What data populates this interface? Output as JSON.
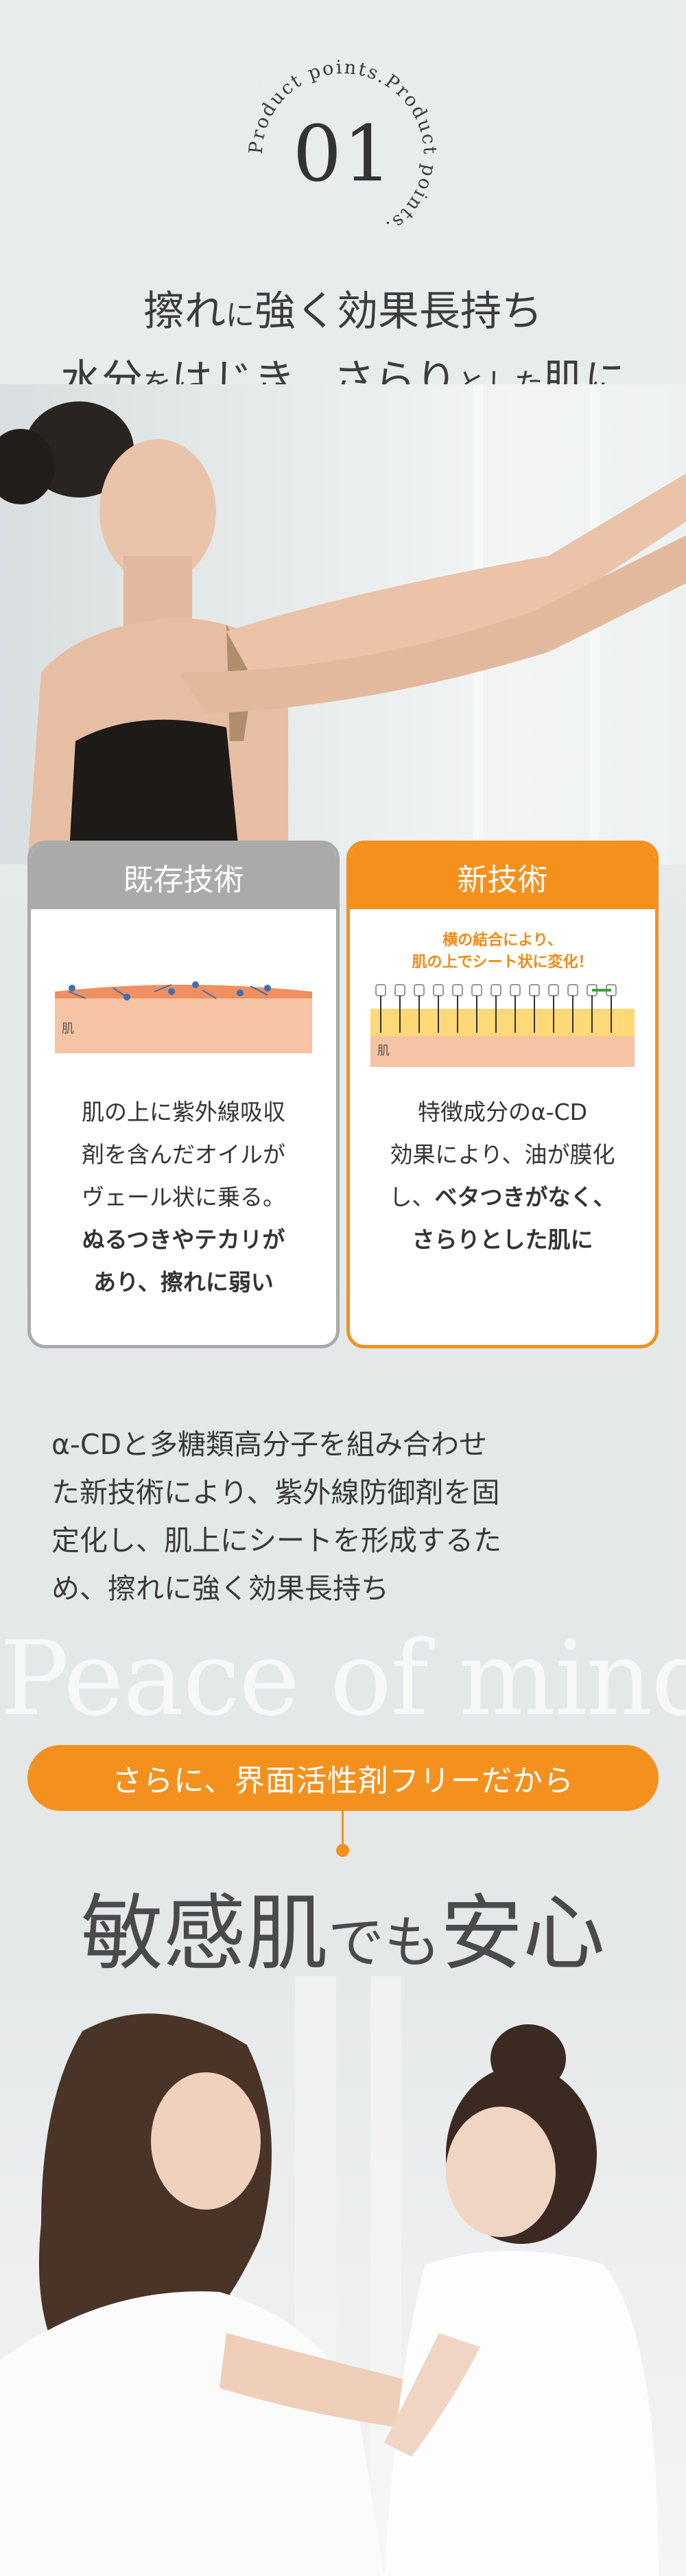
{
  "badge": {
    "ring_text": "Product points.Product points.",
    "number": "01"
  },
  "headline": {
    "line1": [
      {
        "t": "擦れ",
        "size": "big"
      },
      {
        "t": "に",
        "size": "small"
      },
      {
        "t": "強く効果長持ち",
        "size": "big"
      }
    ],
    "line2": [
      {
        "t": "水分",
        "size": "big"
      },
      {
        "t": "を",
        "size": "small"
      },
      {
        "t": "はじき、さらり",
        "size": "big"
      },
      {
        "t": "とした",
        "size": "small"
      },
      {
        "t": "肌に",
        "size": "big"
      }
    ]
  },
  "comparison": {
    "old": {
      "title": "既存技術",
      "skin_label": "肌",
      "text_normal": [
        "肌の上に紫外線吸収",
        "剤を含んだオイルが",
        "ヴェール状に乗る。"
      ],
      "text_bold": [
        "ぬるつきやテカリが",
        "あり、擦れに弱い"
      ]
    },
    "new": {
      "title": "新技術",
      "callout": [
        "横の結合により、",
        "肌の上でシート状に変化！"
      ],
      "skin_label": "肌",
      "text_normal": [
        "特徴成分のα-CD",
        "効果により、油が膜化",
        "し、"
      ],
      "text_bold_inline": "ベタつきがなく、",
      "text_bold": [
        "さらりとした肌に"
      ]
    }
  },
  "paragraph": [
    "α-CDと多糖類高分子を組み合わせ",
    "た新技術により、紫外線防御剤を固",
    "定化し、肌上にシートを形成するた",
    "め、擦れに強く効果長持ち"
  ],
  "watermark": "Peace of mind",
  "pill": "さらに、界面活性剤フリーだから",
  "sensitive": [
    {
      "t": "敏感肌",
      "size": "k"
    },
    {
      "t": "でも",
      "size": "s"
    },
    {
      "t": "安心",
      "size": "k"
    }
  ],
  "colors": {
    "accent": "#f4911e",
    "gray": "#aaaaaa",
    "skin": "#f6c3a4",
    "skin_top": "#f08f5f",
    "sheet": "#ffd877"
  }
}
